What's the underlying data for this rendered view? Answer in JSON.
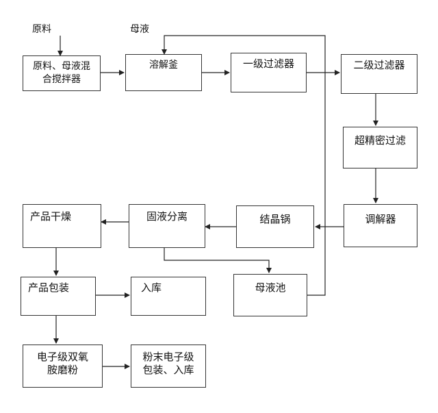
{
  "labels": {
    "raw_material": "原料",
    "mother_liquor": "母液"
  },
  "nodes": {
    "mixer": [
      "原料、母液混",
      "合搅拌器"
    ],
    "dissolver": "溶解釜",
    "filter1": "一级过滤器",
    "filter2": "二级过滤器",
    "ultrafilter": "超精密过滤",
    "adjuster": "调解器",
    "crystallizer": "结晶锅",
    "separation": "固液分离",
    "drying": "产品干燥",
    "packaging": "产品包装",
    "storage": "入库",
    "mother_pool": "母液池",
    "edad": [
      "电子级双氧",
      "胺磨粉"
    ],
    "powder_pack": [
      "粉末电子级",
      "包装、入库"
    ]
  }
}
